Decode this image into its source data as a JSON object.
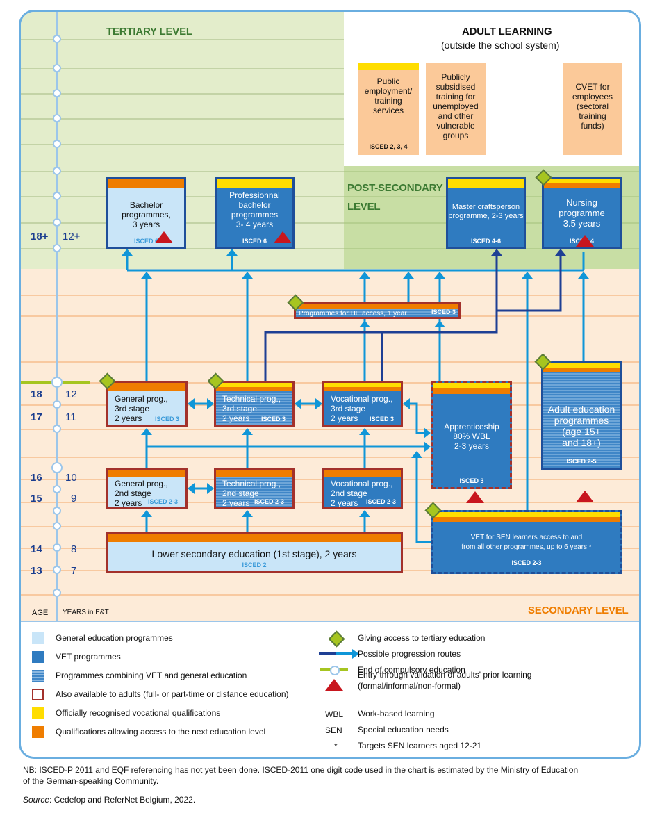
{
  "levels": {
    "tertiary": "TERTIARY LEVEL",
    "adult_learning_title": "ADULT LEARNING",
    "adult_learning_subtitle": "(outside the school system)",
    "post_secondary_line1": "POST-SECONDARY",
    "post_secondary_line2": "LEVEL",
    "secondary": "SECONDARY LEVEL"
  },
  "axis": {
    "age_header": "AGE",
    "years_header": "YEARS in E&T",
    "rows": [
      {
        "age": "18+",
        "years": "12+"
      },
      {
        "age": "18",
        "years": "12"
      },
      {
        "age": "17",
        "years": "11"
      },
      {
        "age": "16",
        "years": "10"
      },
      {
        "age": "15",
        "years": "9"
      },
      {
        "age": "14",
        "years": "8"
      },
      {
        "age": "13",
        "years": "7"
      }
    ]
  },
  "adult_learning": [
    {
      "label": "Public employment/ training services",
      "lines": [
        "Public",
        "employment/",
        "training",
        "services"
      ],
      "isced": "ISCED 2, 3, 4"
    },
    {
      "label": "Publicly subsidised training for unemployed and other vulnerable groups",
      "lines": [
        "Publicly",
        "subsidised",
        "training for",
        "unemployed",
        "and other",
        "vulnerable",
        "groups"
      ]
    },
    {
      "label": "CVET for employees (sectoral training funds)",
      "lines": [
        "CVET for",
        "employees",
        "(sectoral",
        "training",
        "funds)"
      ]
    }
  ],
  "programmes": {
    "bachelor": {
      "lines": [
        "Bachelor",
        "programmes,",
        "3 years"
      ],
      "isced": "ISCED 6"
    },
    "prof_bachelor": {
      "lines": [
        "Professionnal",
        "bachelor",
        "programmes",
        "3- 4 years"
      ],
      "isced": "ISCED 6"
    },
    "master_craft": {
      "lines": [
        "Master craftsperson",
        "programme, 2-3 years"
      ],
      "isced": "ISCED 4-6"
    },
    "nursing": {
      "lines": [
        "Nursing programme",
        "3.5 years"
      ],
      "isced": "ISCED 4"
    },
    "he_access": {
      "label": "Programmes for HE access, 1 year",
      "isced": "ISCED 3"
    },
    "general_3": {
      "lines": [
        "General prog.,",
        "3rd stage",
        "2 years"
      ],
      "isced": "ISCED 3"
    },
    "technical_3": {
      "lines": [
        "Technical prog.,",
        "3rd stage",
        "2 years"
      ],
      "isced": "ISCED 3"
    },
    "vocational_3": {
      "lines": [
        "Vocational prog.,",
        "3rd stage",
        "2 years"
      ],
      "isced": "ISCED 3"
    },
    "apprenticeship": {
      "lines": [
        "Apprenticeship",
        "80% WBL",
        "2-3 years"
      ],
      "isced": "ISCED 3"
    },
    "adult_education": {
      "lines": [
        "Adult education",
        "programmes",
        "(age 15+",
        "and 18+)"
      ],
      "isced": "ISCED 2-5"
    },
    "general_2": {
      "lines": [
        "General prog.,",
        "2nd stage",
        "2 years"
      ],
      "isced": "ISCED 2-3"
    },
    "technical_2": {
      "lines": [
        "Technical prog.,",
        "2nd stage",
        "2 years"
      ],
      "isced": "ISCED 2-3"
    },
    "vocational_2": {
      "lines": [
        "Vocational prog.,",
        "2nd stage",
        "2 years"
      ],
      "isced": "ISCED 2-3"
    },
    "sen": {
      "lines": [
        "VET for SEN learners access to and",
        "from all other programmes, up to 6 years *"
      ],
      "isced": "ISCED 2-3"
    },
    "lower_secondary": {
      "label": "Lower secondary education (1st stage), 2 years",
      "isced": "ISCED 2"
    }
  },
  "legend": {
    "left": [
      {
        "icon": "general-swatch",
        "label": "General education programmes"
      },
      {
        "icon": "vet-swatch",
        "label": "VET programmes"
      },
      {
        "icon": "combined-swatch",
        "label": "Programmes combining VET and general education"
      },
      {
        "icon": "adults-swatch",
        "label": "Also available to adults (full- or part-time or distance education)"
      },
      {
        "icon": "yellow-swatch",
        "label": "Officially recognised vocational qualifications"
      },
      {
        "icon": "orange-swatch",
        "label": "Qualifications allowing access to the next education level"
      }
    ],
    "right": [
      {
        "icon": "diamond-icon",
        "label": "Giving access to tertiary education"
      },
      {
        "icon": "arrow-icon",
        "label": "Possible progression routes"
      },
      {
        "icon": "compulsory-icon",
        "label": "End of compulsory education"
      },
      {
        "icon": "triangle-icon",
        "label": "Entry through validation of adults' prior learning",
        "label2": "(formal/informal/non-formal)"
      },
      {
        "abbr": "WBL",
        "label": "Work-based learning"
      },
      {
        "abbr": "SEN",
        "label": "Special education needs"
      },
      {
        "abbr": "*",
        "label": "Targets SEN learners aged 12-21"
      }
    ]
  },
  "footnote": {
    "nb_line1": "NB: ISCED-P 2011 and EQF referencing has not yet been done. ISCED-2011 one digit code used in the chart is estimated by the Ministry of Education",
    "nb_line2": "of the German-speaking Community.",
    "source_label": "Source",
    "source_text": ": Cedefop and ReferNet Belgium, 2022."
  },
  "colors": {
    "vet": "#2f7bc0",
    "general": "#c9e5f8",
    "yellow": "#ffdd00",
    "orange": "#ef7d00",
    "adult_border": "#a3312b",
    "vet_border": "#1f4f9a",
    "arrow_light": "#0f96d8",
    "arrow_dark": "#1e3f94",
    "triangle": "#c8161e",
    "diamond": "#a6c520",
    "tertiary_bg": "#e3edcb",
    "post_secondary_bg": "#c8dea4",
    "secondary_bg": "#fdebd8",
    "adult_box_bg": "#fbc999"
  }
}
